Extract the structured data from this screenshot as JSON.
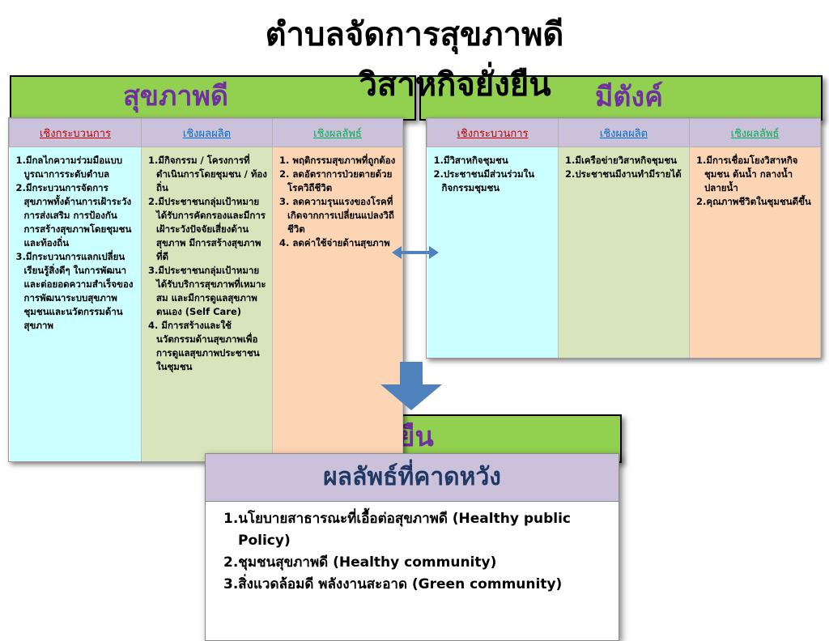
{
  "title": {
    "line1": "ตำบลจัดการสุขภาพดี",
    "line2": "วิสาหกิจยั่งยืน"
  },
  "labels": {
    "left_bar": "สุขภาพดี",
    "right_bar": "มีตังค์",
    "bottom_bar": "ยั่งยืน"
  },
  "left_table": {
    "headers": [
      "เชิงกระบวนการ",
      "เชิงผลผลิต",
      "เชิงผลลัพธ์"
    ],
    "col1": [
      "1.มีกลไกความร่วมมือแบบบูรณาการระดับตำบล",
      "2.มีกระบวนการจัดการสุขภาพทั้งด้านการเฝ้าระวัง การส่งเสริม การป้องกัน การสร้างสุขภาพโดยชุมชนและท้องถิ่น",
      "3.มีกระบวนการแลกเปลี่ยนเรียนรู้สิ่งดีๆ ในการพัฒนา และต่อยอดความสำเร็จของการพัฒนาระบบสุขภาพชุมชนและนวัตกรรมด้านสุขภาพ"
    ],
    "col2": [
      "1.มีกิจกรรม / โครงการที่ดำเนินการโดยชุมชน / ท้องถิ่น",
      "2.มีประชาชนกลุ่มเป้าหมายได้รับการคัดกรองและมีการเฝ้าระวังปัจจัยเสี่ยงด้านสุขภาพ มีการสร้างสุขภาพที่ดี",
      "3.มีประชาชนกลุ่มเป้าหมายได้รับบริการสุขภาพที่เหมาะสม และมีการดูแลสุขภาพตนเอง (Self Care)",
      "4. มีการสร้างและใช้นวัตกรรมด้านสุขภาพเพื่อการดูแลสุขภาพประชาชนในชุมชน"
    ],
    "col3": [
      "1. พฤติกรรมสุขภาพที่ถูกต้อง",
      "2. ลดอัตราการป่วยตายด้วยโรควิถีชีวิต",
      "3. ลดความรุนแรงของโรคที่เกิดจากการเปลี่ยนแปลงวิถีชีวิต",
      "4. ลดค่าใช้จ่ายด้านสุขภาพ"
    ]
  },
  "right_table": {
    "headers": [
      "เชิงกระบวนการ",
      "เชิงผลผลิต",
      "เชิงผลลัพธ์"
    ],
    "col1": [
      "1.มีวิสาหกิจชุมชน",
      "2.ประชาชนมีส่วนร่วมในกิจกรรมชุมชน"
    ],
    "col2": [
      "1.มีเครือข่ายวิสาหกิจชุมชน",
      "2.ประชาชนมีงานทำมีรายได้"
    ],
    "col3": [
      "1.มีการเชื่อมโยงวิสาหกิจชุมชน ต้นน้ำ กลางน้ำ ปลายน้ำ",
      "2.คุณภาพชีวิตในชุมชนดีขึ้น"
    ]
  },
  "outcome": {
    "heading": "ผลลัพธ์ที่คาดหวัง",
    "items": [
      "1.นโยบายสาธารณะที่เอื้อต่อสุขภาพดี (Healthy public Policy)",
      "2.ชุมชนสุขภาพดี (Healthy community)",
      "3.สิ่งแวดล้อมดี พลังงานสะอาด (Green community)"
    ]
  },
  "colors": {
    "bar_green": "#92d050",
    "label_purple": "#7030a0",
    "header_lavender": "#ccc1da",
    "col_cyan": "#ccffff",
    "col_olive": "#d8e4bc",
    "col_peach": "#fcd5b4",
    "arrow_blue": "#4f81bd"
  }
}
